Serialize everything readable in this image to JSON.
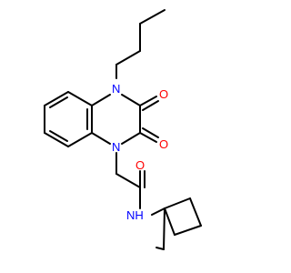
{
  "molecule": {
    "atoms": [
      {
        "id": "N1",
        "symbol": "N",
        "color": "#0000ff"
      },
      {
        "id": "N2",
        "symbol": "N",
        "color": "#0000ff"
      },
      {
        "id": "O1",
        "symbol": "O",
        "color": "#ff0000"
      },
      {
        "id": "O2",
        "symbol": "O",
        "color": "#ff0000"
      },
      {
        "id": "O3",
        "symbol": "O",
        "color": "#ff0000"
      },
      {
        "id": "NH",
        "symbol": "NH",
        "color": "#0000ff"
      }
    ],
    "colors": {
      "bond": "#000000",
      "nitrogen": "#0000ff",
      "oxygen": "#ff0000",
      "background": "#ffffff"
    }
  }
}
